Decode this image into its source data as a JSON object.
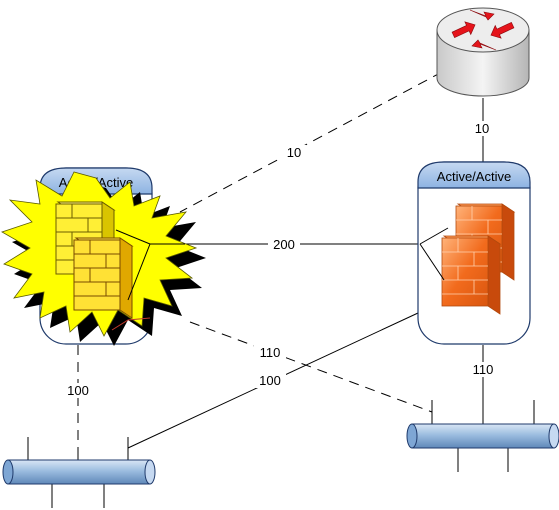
{
  "colors": {
    "header_fill": "#8db3e2",
    "cluster_border": "#1f3a6b",
    "burst_fill": "#ffff00",
    "firewall_orange": "#f26b1d",
    "firewall_orange_dark": "#c84a0c",
    "firewall_faded": "#ffef35",
    "segment_fill": "#9cbde0",
    "router_arrow": "#e5141b"
  },
  "clusters": {
    "left": {
      "label": "Active/Active",
      "icon": "firewall-pair-icon",
      "state": "failed"
    },
    "right": {
      "label": "Active/Active",
      "icon": "firewall-pair-icon",
      "state": "active"
    }
  },
  "router": {
    "icon": "router-icon"
  },
  "links": {
    "router_right_cost": "10",
    "router_left_cost": "10",
    "cluster_to_cluster_cost": "200",
    "left_to_left_segment_cost": "100",
    "right_to_left_segment_cost": "100",
    "left_to_right_segment_cost": "110",
    "right_to_right_segment_cost": "110"
  },
  "segments": {
    "left": {
      "icon": "network-segment-icon"
    },
    "right": {
      "icon": "network-segment-icon"
    }
  }
}
